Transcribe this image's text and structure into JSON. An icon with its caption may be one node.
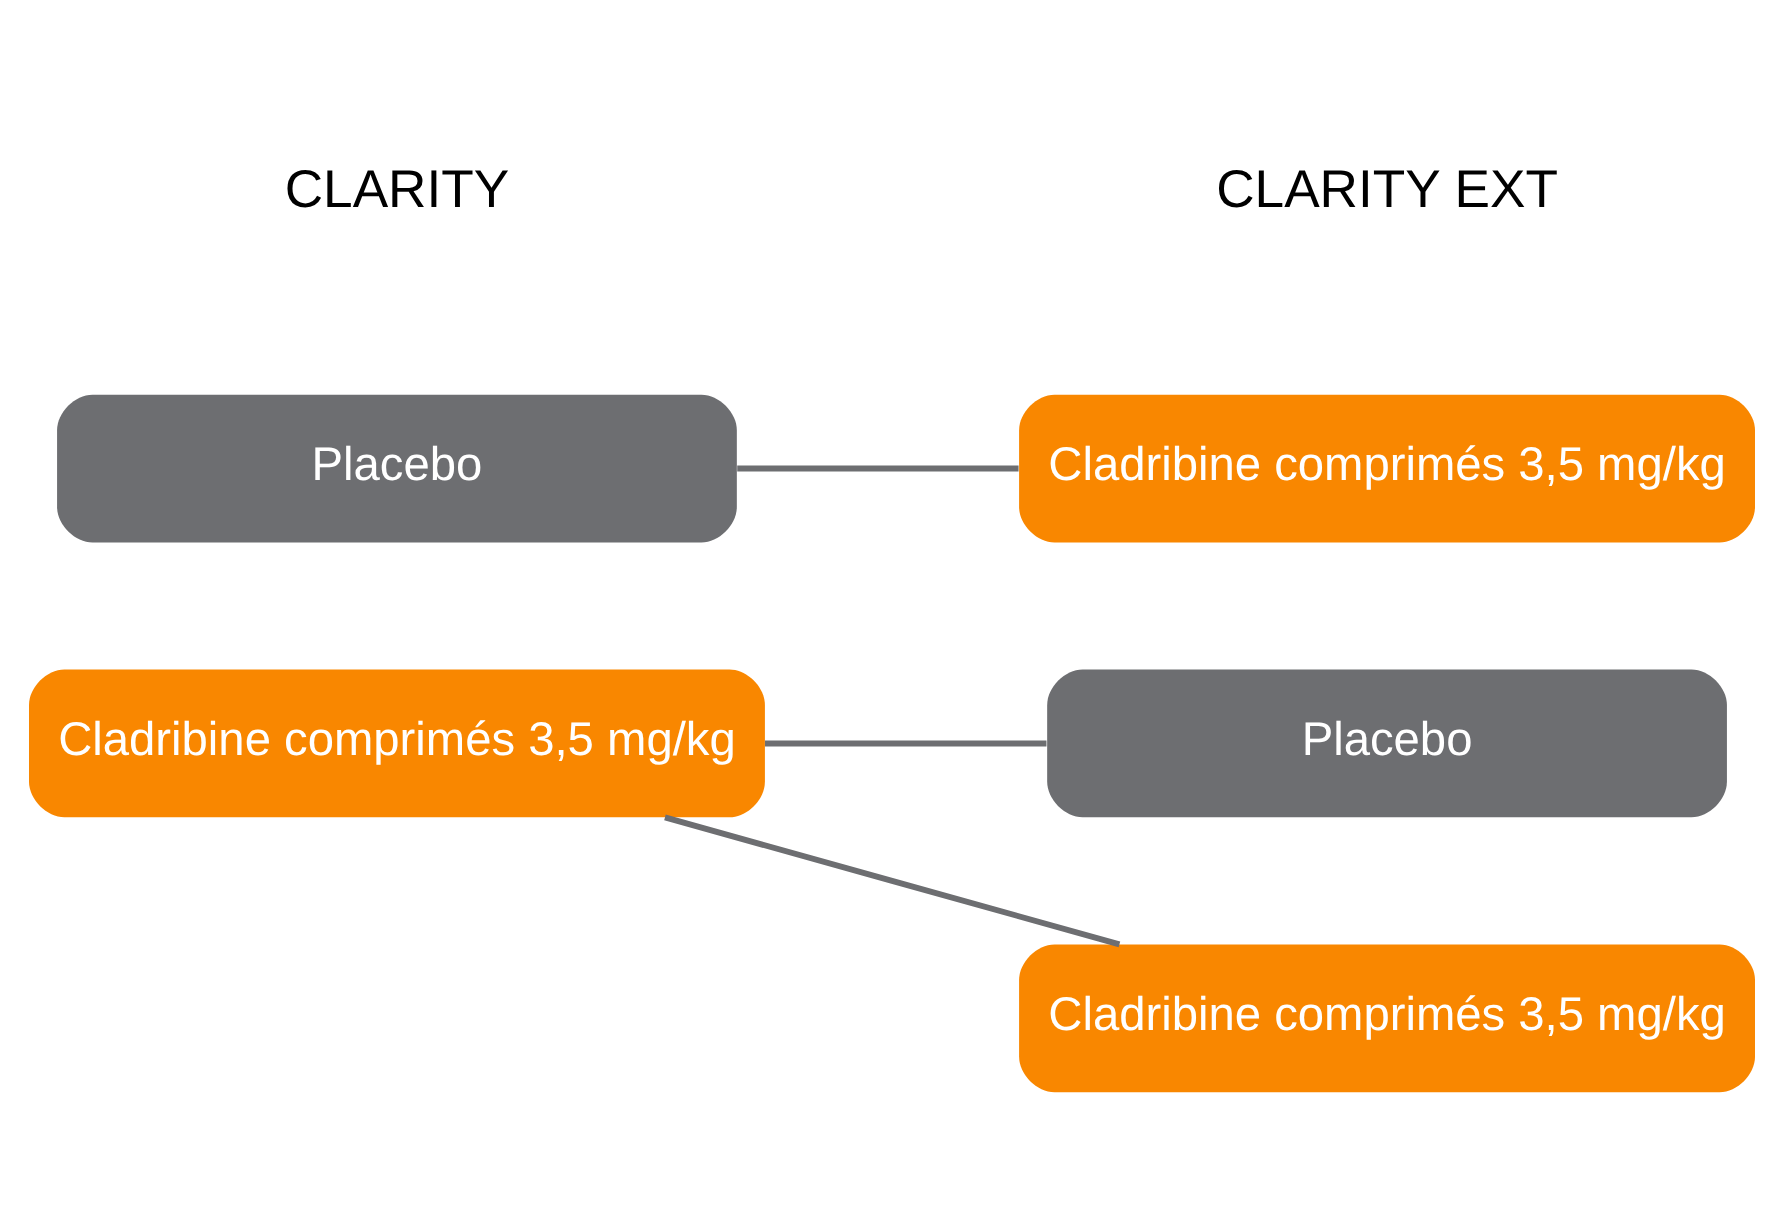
{
  "diagram": {
    "nodes": [
      {
        "text": [
          "Placebo"
        ]
      },
      {
        "text": [
          "Cladribine comprimés 3,5 mg/kg"
        ]
      },
      {
        "text": [
          "Cladribine comprimés 3,5 mg/kg"
        ]
      },
      {
        "text": [
          "Placebo"
        ]
      },
      {
        "text": [
          "Cladribine comprimés 3,5 mg/kg"
        ]
      }
    ],
    "edges": [
      {
        "from": 0,
        "to": 1,
        "arrow": "none"
      },
      {
        "from": 2,
        "to": 3,
        "arrow": "none"
      },
      {
        "from": 2,
        "to": 4,
        "arrow": "none"
      }
    ],
    "labels": [
      "CLARITY",
      "CLARITY EXT"
    ]
  }
}
